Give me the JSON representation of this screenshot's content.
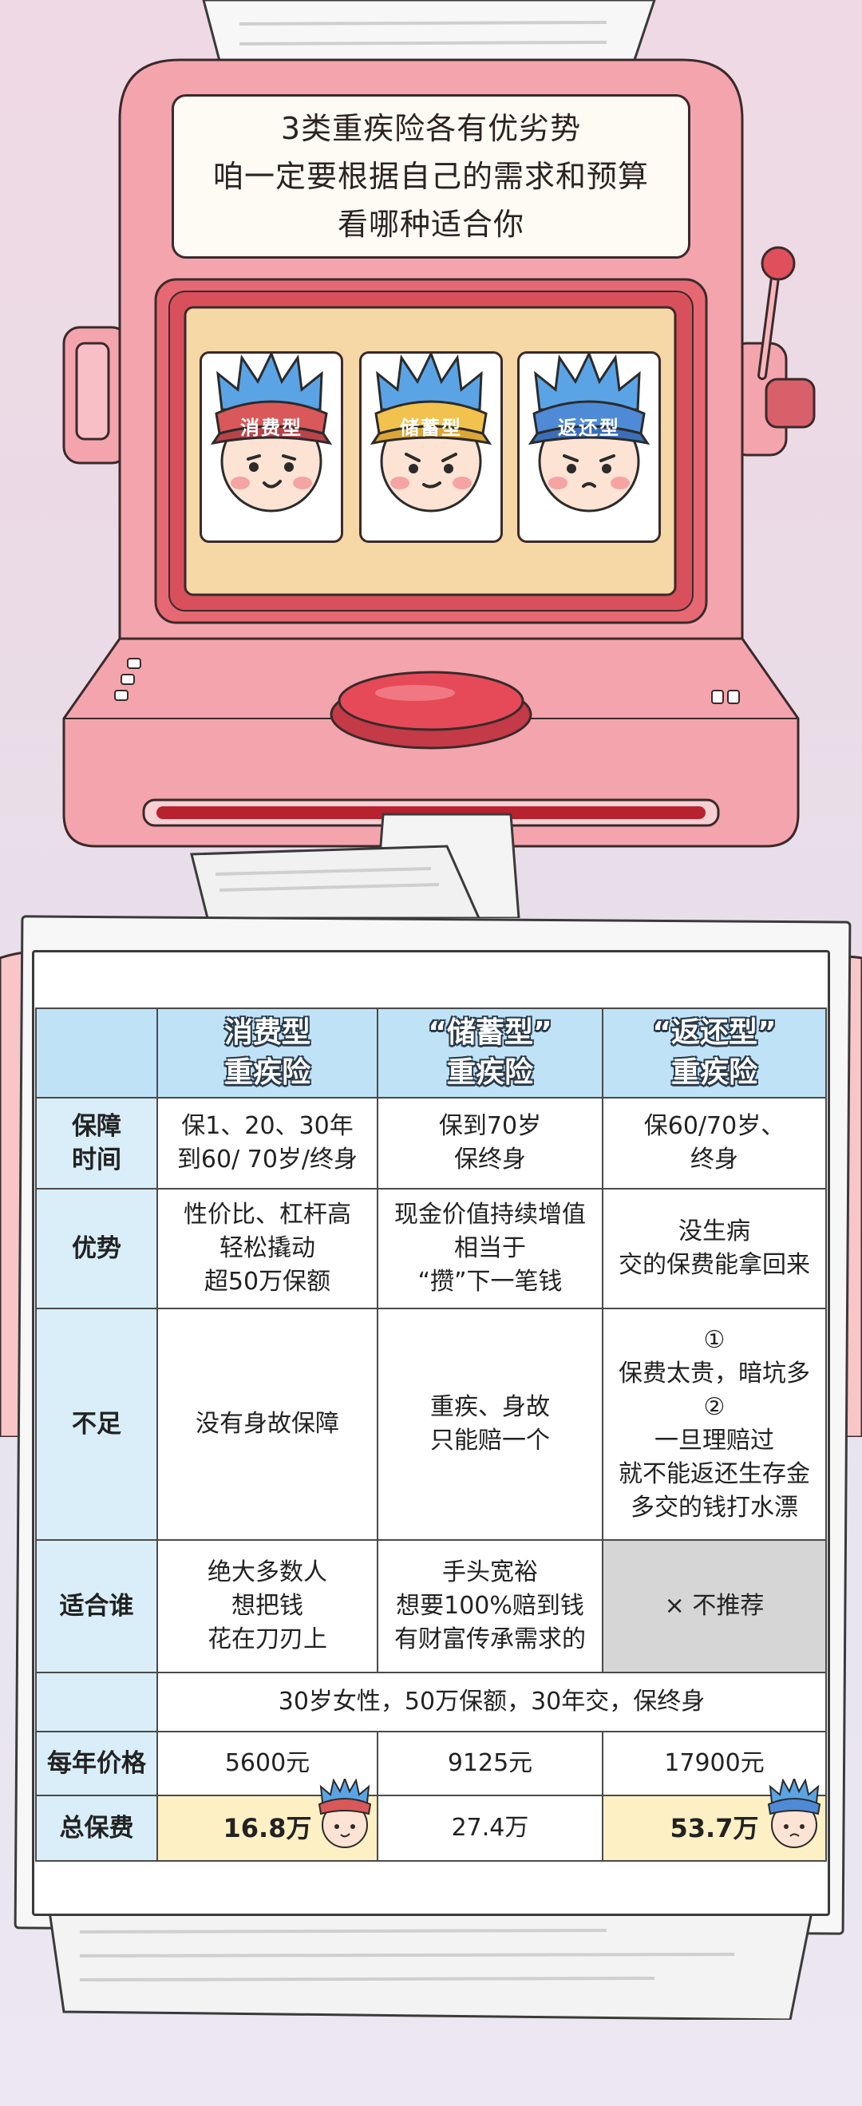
{
  "title": {
    "lines": [
      "3类重疾险各有优劣势",
      "咱一定要根据自己的需求和预算",
      "看哪种适合你"
    ]
  },
  "reels": [
    {
      "label": "消费型",
      "cap_color": "#d9585a"
    },
    {
      "label": "储蓄型",
      "cap_color": "#f2c24e"
    },
    {
      "label": "返还型",
      "cap_color": "#4f8ad6"
    }
  ],
  "table": {
    "columns": [
      "消费型\n重疾险",
      "“储蓄型”\n重疾险",
      "“返还型”\n重疾险"
    ],
    "rows": [
      {
        "head": "保障\n时间",
        "cells": [
          "保1、20、30年\n到60/ 70岁/终身",
          "保到70岁\n保终身",
          "保60/70岁、\n终身"
        ]
      },
      {
        "head": "优势",
        "cells": [
          "性价比、杠杆高\n轻松撬动\n超50万保额",
          "现金价值持续增值\n相当于\n“攒”下一笔钱",
          "没生病\n交的保费能拿回来"
        ]
      },
      {
        "head": "不足",
        "cells": [
          "没有身故保障",
          "重疾、身故\n只能赔一个",
          "①\n保费太贵，暗坑多\n②\n一旦理赔过\n就不能返还生存金\n多交的钱打水漂"
        ]
      },
      {
        "head": "适合谁",
        "cells": [
          "绝大多数人\n想把钱\n花在刀刃上",
          "手头宽裕\n想要100%赔到钱\n有财富传承需求的",
          "× 不推荐"
        ]
      }
    ],
    "example": "30岁女性，50万保额，30年交，保终身",
    "annual_price": {
      "head": "每年价格",
      "cells": [
        "5600元",
        "9125元",
        "17900元"
      ]
    },
    "total_premium": {
      "head": "总保费",
      "cells": [
        "16.8万",
        "27.4万",
        "53.7万"
      ]
    }
  },
  "colors": {
    "machine": "#f4a4ad",
    "machine_dark": "#d8606b",
    "screen": "#f6d7a6",
    "header": "#bfe2f6",
    "highlight": "#fdf0c4"
  }
}
